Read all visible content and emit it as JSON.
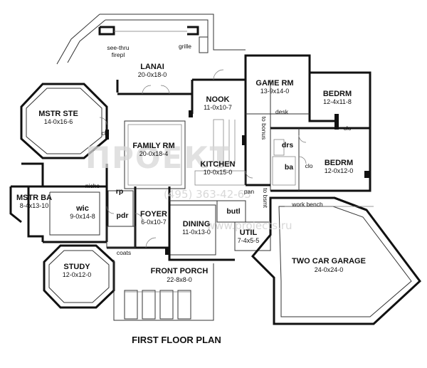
{
  "plan": {
    "title": "FIRST FLOOR PLAN",
    "watermark": {
      "main": "ПРОЕКТ",
      "phone": "(495) 363-42-63",
      "site": "www.projects.ru"
    },
    "rooms": [
      {
        "id": "lanai",
        "name": "LANAI",
        "dim": "20-0x18-0"
      },
      {
        "id": "mstr-ste",
        "name": "MSTR STE",
        "dim": "14-0x16-6"
      },
      {
        "id": "family-rm",
        "name": "FAMILY RM",
        "dim": "20-0x18-4"
      },
      {
        "id": "nook",
        "name": "NOOK",
        "dim": "11-0x10-7"
      },
      {
        "id": "game-rm",
        "name": "GAME RM",
        "dim": "13-9x14-0"
      },
      {
        "id": "bedrm-1",
        "name": "BEDRM",
        "dim": "12-4x11-8"
      },
      {
        "id": "bedrm-2",
        "name": "BEDRM",
        "dim": "12-0x12-0"
      },
      {
        "id": "kitchen",
        "name": "KITCHEN",
        "dim": "10-0x15-0"
      },
      {
        "id": "mstr-ba",
        "name": "MSTR BA",
        "dim": "8-4x13-10"
      },
      {
        "id": "wic",
        "name": "wic",
        "dim": "9-0x14-8"
      },
      {
        "id": "foyer",
        "name": "FOYER",
        "dim": "6-0x10-7"
      },
      {
        "id": "dining",
        "name": "DINING",
        "dim": "11-0x13-0"
      },
      {
        "id": "util",
        "name": "UTIL",
        "dim": "7-4x5-5"
      },
      {
        "id": "two-car-garage",
        "name": "TWO CAR GARAGE",
        "dim": "24-0x24-0"
      },
      {
        "id": "study",
        "name": "STUDY",
        "dim": "12-0x12-0"
      },
      {
        "id": "front-porch",
        "name": "FRONT PORCH",
        "dim": "22-8x8-0"
      }
    ],
    "labels": {
      "see_thru": "see-thru",
      "firepl": "firepl",
      "grille": "grille",
      "clo_mstr": "clo",
      "clo_bed": "clo",
      "clo_bath": "clo",
      "desk": "desk",
      "to_bonus": "to bonus",
      "to_bsmt": "to bsmt",
      "drs": "drs",
      "ba": "ba",
      "niche": "niche",
      "rp": "rp",
      "pdr": "pdr",
      "pan": "pan",
      "butl": "butl",
      "work_bench": "work bench",
      "coats": "coats"
    }
  }
}
